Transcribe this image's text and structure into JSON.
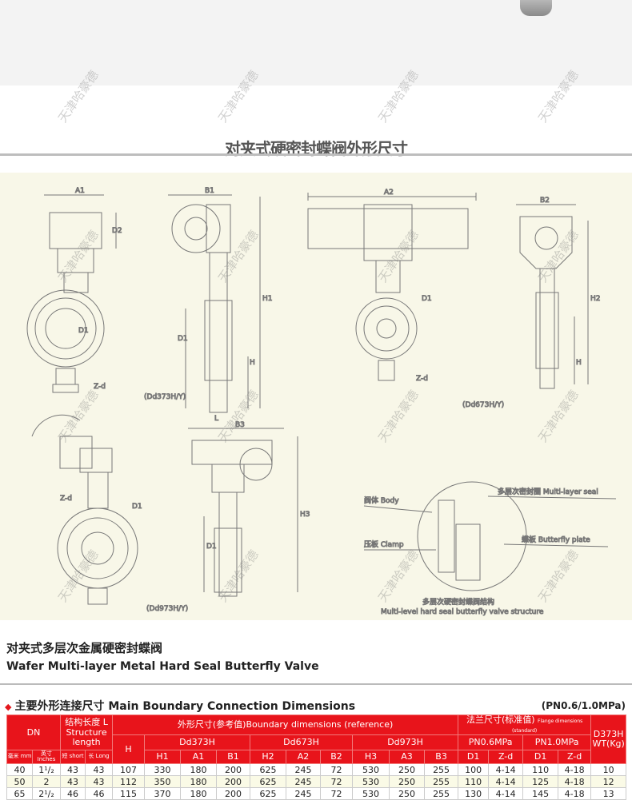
{
  "watermark": "天津哈豪德",
  "title": "对夹式硬密封蝶阀外形尺寸",
  "drawing": {
    "labels": {
      "A1": "A1",
      "B1": "B1",
      "A2": "A2",
      "B2": "B2",
      "B3": "B3",
      "D2": "D2",
      "H1": "H1",
      "H2": "H2",
      "H3": "H3",
      "H": "H",
      "D1": "D1",
      "Zd": "Z-d",
      "L": "L"
    },
    "models": [
      "(Dd373H/Y)",
      "(Dd673H/Y)",
      "(Dd973H/Y)"
    ],
    "callouts": {
      "body": "阀体 Body",
      "seal": "多层次密封圈 Multi-layer seal",
      "clamp": "压板 Clamp",
      "plate": "蝶板 Butterfly plate",
      "caption_cn": "多层次硬密封蝶阀结构",
      "caption_en": "Multi-level hard seal butterfly valve structure"
    }
  },
  "product": {
    "title_cn": "对夹式多层次金属硬密封蝶阀",
    "title_en": "Wafer Multi-layer Metal Hard Seal Butterfly Valve"
  },
  "section": {
    "title_cn": "主要外形连接尺寸",
    "title_en": "Main Boundary Connection Dimensions",
    "pressure": "(PN0.6/1.0MPa)"
  },
  "table": {
    "h_dn": "DN",
    "h_struct": "结构长度 L",
    "h_struct_en": "Structure length",
    "h_boundary": "外形尺寸(参考值)",
    "h_boundary_en": "Boundary dimensions (reference)",
    "h_flange": "法兰尺寸(标准值)",
    "h_flange_en": "Flange dimensions (standard)",
    "h_H": "H",
    "h_dd373": "Dd373H",
    "h_dd673": "Dd673H",
    "h_dd973": "Dd973H",
    "h_pn06": "PN0.6MPa",
    "h_pn10": "PN1.0MPa",
    "h_wt": "D373H WT(Kg)",
    "h_mm": "毫米 mm",
    "h_inch": "英寸 Inches",
    "h_short": "短 short",
    "h_long": "长 Long",
    "sub": [
      "H1",
      "A1",
      "B1",
      "H2",
      "A2",
      "B2",
      "H3",
      "A3",
      "B3",
      "D1",
      "Z-d",
      "D1",
      "Z-d"
    ],
    "rows": [
      [
        "40",
        "1¹/₂",
        "43",
        "43",
        "107",
        "330",
        "180",
        "200",
        "625",
        "245",
        "72",
        "530",
        "250",
        "255",
        "100",
        "4-14",
        "110",
        "4-18",
        "10"
      ],
      [
        "50",
        "2",
        "43",
        "43",
        "112",
        "350",
        "180",
        "200",
        "625",
        "245",
        "72",
        "530",
        "250",
        "255",
        "110",
        "4-14",
        "125",
        "4-18",
        "12"
      ],
      [
        "65",
        "2¹/₂",
        "46",
        "46",
        "115",
        "370",
        "180",
        "200",
        "625",
        "245",
        "72",
        "530",
        "250",
        "255",
        "130",
        "4-14",
        "145",
        "4-18",
        "13"
      ]
    ]
  }
}
